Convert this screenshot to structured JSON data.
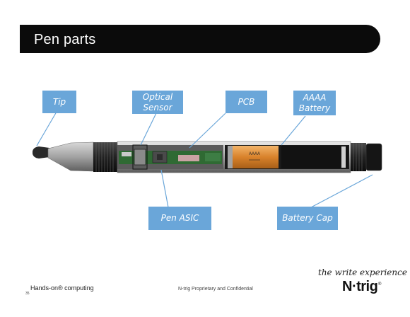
{
  "slide": {
    "title": "Pen parts",
    "title_bar_color": "#0b0b0b",
    "callout_color": "#6aa6d9"
  },
  "callouts": {
    "tip": "Tip",
    "optical_sensor": "Optical Sensor",
    "pcb": "PCB",
    "battery": "AAAA Battery",
    "pen_asic": "Pen ASIC",
    "battery_cap": "Battery Cap"
  },
  "pen": {
    "battery_label": "AAAA"
  },
  "footer": {
    "left": "Hands-on® computing",
    "page_number": "35",
    "center": "N-trig Proprietary and Confidential",
    "tagline": "the write experience",
    "brand": "N·trig",
    "brand_mark": "®"
  }
}
